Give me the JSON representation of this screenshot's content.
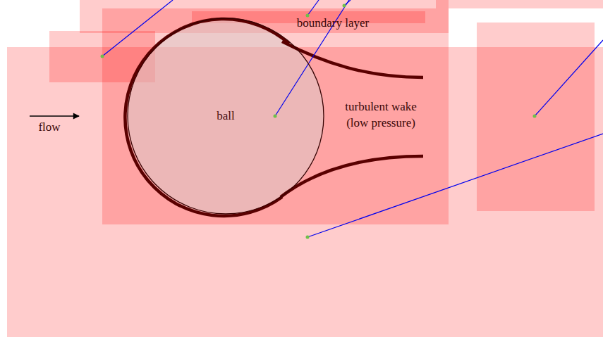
{
  "diagram": {
    "nodes": [
      {
        "text": [
          "ball"
        ]
      }
    ],
    "labels": [
      "boundary layer",
      "turbulent wake (low pressure)",
      "flow"
    ]
  }
}
